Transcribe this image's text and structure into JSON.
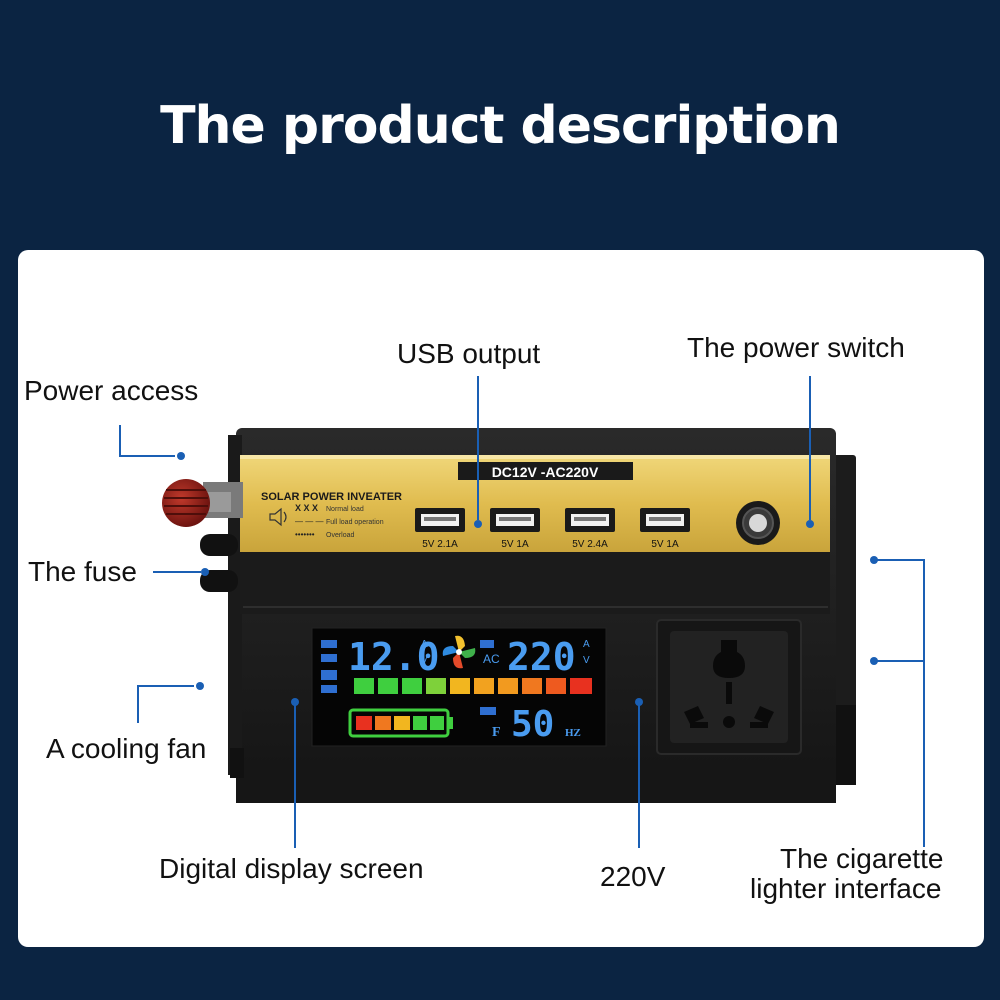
{
  "title": "The product description",
  "labels": {
    "power_access": "Power access",
    "usb_output": "USB output",
    "power_switch": "The power switch",
    "fuse": "The fuse",
    "cooling_fan": "A cooling fan",
    "display_screen": "Digital display screen",
    "socket_220v": "220V",
    "cigarette_line1": "The cigarette",
    "cigarette_line2": "lighter interface"
  },
  "device": {
    "rating": "DC12V -AC220V",
    "brand": "SOLAR POWER INVEATER",
    "legend": [
      {
        "mark": "X X X",
        "text": "Normal load"
      },
      {
        "mark": "— — —",
        "text": "Full load operation"
      },
      {
        "mark": "•••••••",
        "text": "Overload"
      }
    ],
    "usb_ports": [
      "5V 2.1A",
      "5V 1A",
      "5V 2.4A",
      "5V 1A"
    ],
    "display": {
      "voltage": "12.0",
      "voltage_unit_top": "A",
      "voltage_unit_bottom": "V",
      "ac_label": "AC",
      "ac_value": "220",
      "ac_unit_top": "A",
      "ac_unit_bottom": "V",
      "freq_value": "50",
      "freq_unit": "HZ",
      "f_label": "F"
    }
  },
  "colors": {
    "background": "#0b2442",
    "panel": "#ffffff",
    "callout": "#1a5fb4",
    "gold": "#e3c15a",
    "lcd_digits": "#4a9cf0"
  }
}
